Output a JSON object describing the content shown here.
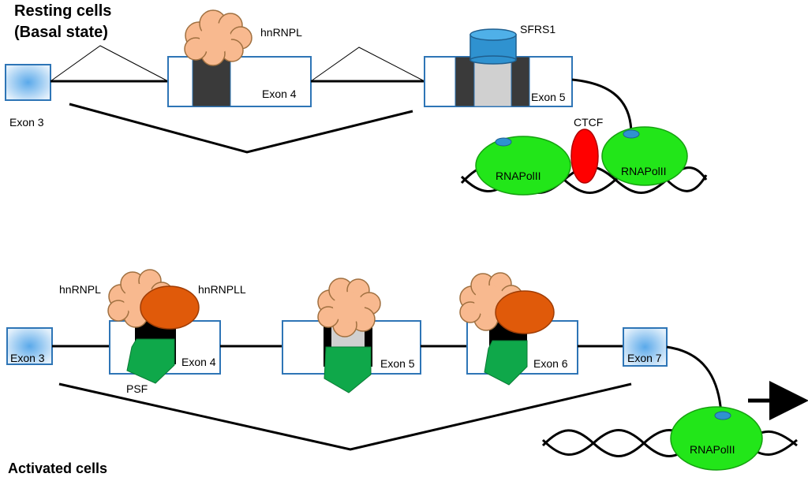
{
  "labels": {
    "resting_line1": "Resting cells",
    "resting_line2": "(Basal state)",
    "activated": "Activated cells",
    "hnrnpl_top": "hnRNPL",
    "sfrs1": "SFRS1",
    "exon3_top": "Exon 3",
    "exon4_top": "Exon 4",
    "exon5_top": "Exon 5",
    "ctcf": "CTCF",
    "rnapol_top_left": "RNAPolII",
    "rnapol_top_right": "RNAPolII",
    "hnrnpl_bottom": "hnRNPL",
    "hnrnpll": "hnRNPLL",
    "psf": "PSF",
    "exon3_bottom": "Exon 3",
    "exon4_bottom": "Exon 4",
    "exon5_bottom": "Exon 5",
    "exon6_bottom": "Exon 6",
    "exon7_bottom": "Exon 7",
    "rnapol_bottom": "RNAPolII"
  },
  "colors": {
    "exon_border": "#2e75b6",
    "exon_fill_gradient": "#9dc3e6",
    "hnrnpl": "#f8b98f",
    "hnrnpll": "#e05a0a",
    "psf": "#0fa84a",
    "sfrs1": "#2f92d0",
    "ctcf": "#ff0000",
    "rnapolii": "#22e619",
    "dark_block": "#3a3a3a",
    "grey_block": "#d0d0d0"
  }
}
